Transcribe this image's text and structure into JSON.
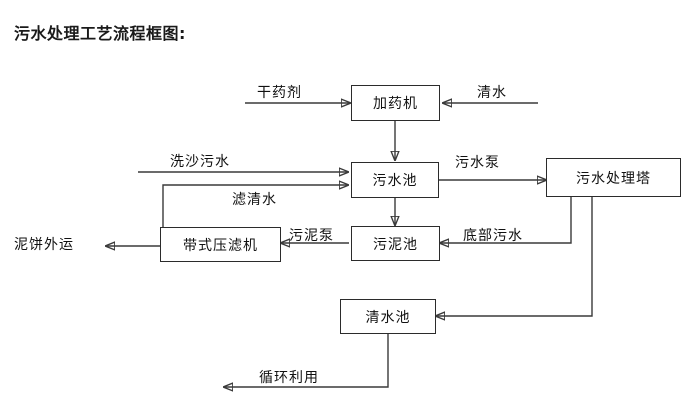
{
  "title": "污水处理工艺流程框图:",
  "diagram": {
    "nodes": [
      {
        "id": "dosing-machine",
        "label": "加药机"
      },
      {
        "id": "wastewater-pool",
        "label": "污水池"
      },
      {
        "id": "treatment-tower",
        "label": "污水处理塔"
      },
      {
        "id": "sludge-pool",
        "label": "污泥池"
      },
      {
        "id": "belt-filter-press",
        "label": "带式压滤机"
      },
      {
        "id": "clean-water-pool",
        "label": "清水池"
      }
    ],
    "edge_labels": [
      {
        "id": "dry-chemical",
        "label": "干药剂"
      },
      {
        "id": "clean-water-input",
        "label": "清水"
      },
      {
        "id": "sand-washing-wastewater",
        "label": "洗沙污水"
      },
      {
        "id": "filtered-water",
        "label": "滤清水"
      },
      {
        "id": "wastewater-pump",
        "label": "污水泵"
      },
      {
        "id": "sludge-pump",
        "label": "污泥泵"
      },
      {
        "id": "bottom-wastewater",
        "label": "底部污水"
      },
      {
        "id": "mud-cake-transport",
        "label": "泥饼外运"
      },
      {
        "id": "recycling-reuse",
        "label": "循环利用"
      }
    ],
    "colors": {
      "line": "#3a3a3a",
      "box_border": "#2b2b2b",
      "text": "#111111",
      "background": "#ffffff"
    }
  }
}
